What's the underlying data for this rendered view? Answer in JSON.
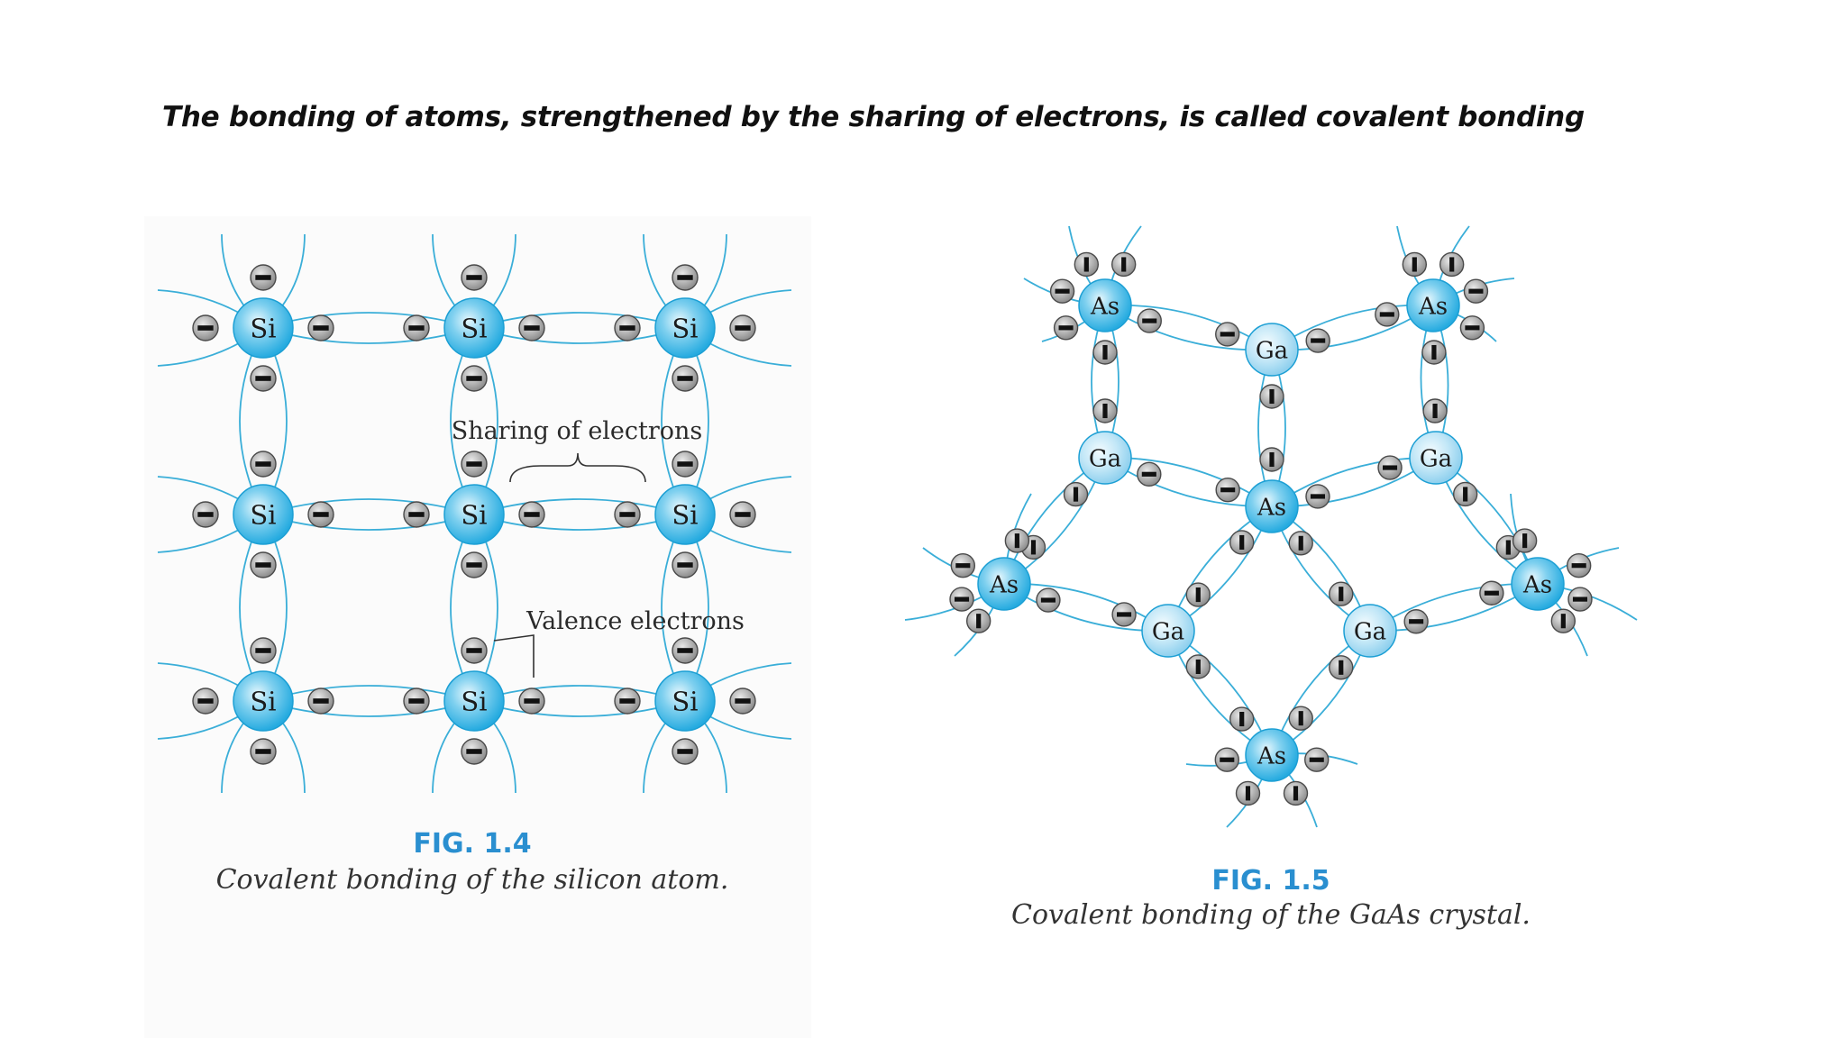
{
  "slide": {
    "title": "The bonding of atoms, strengthened by the sharing of electrons, is called covalent bonding"
  },
  "colors": {
    "bond_line": "#3aaed8",
    "atom_primary": "#33b4e2",
    "atom_secondary": "#a9dbf2",
    "electron": "#9a9a9a",
    "caption_number": "#2a8fd0"
  },
  "figure_left": {
    "atom_symbol": "Si",
    "annotation_sharing": "Sharing of electrons",
    "annotation_valence": "Valence electrons",
    "caption_number": "FIG. 1.4",
    "caption_text": "Covalent bonding of the silicon atom."
  },
  "figure_right": {
    "atom_symbol_primary": "As",
    "atom_symbol_secondary": "Ga",
    "caption_number": "FIG. 1.5",
    "caption_text": "Covalent bonding of the GaAs crystal."
  }
}
